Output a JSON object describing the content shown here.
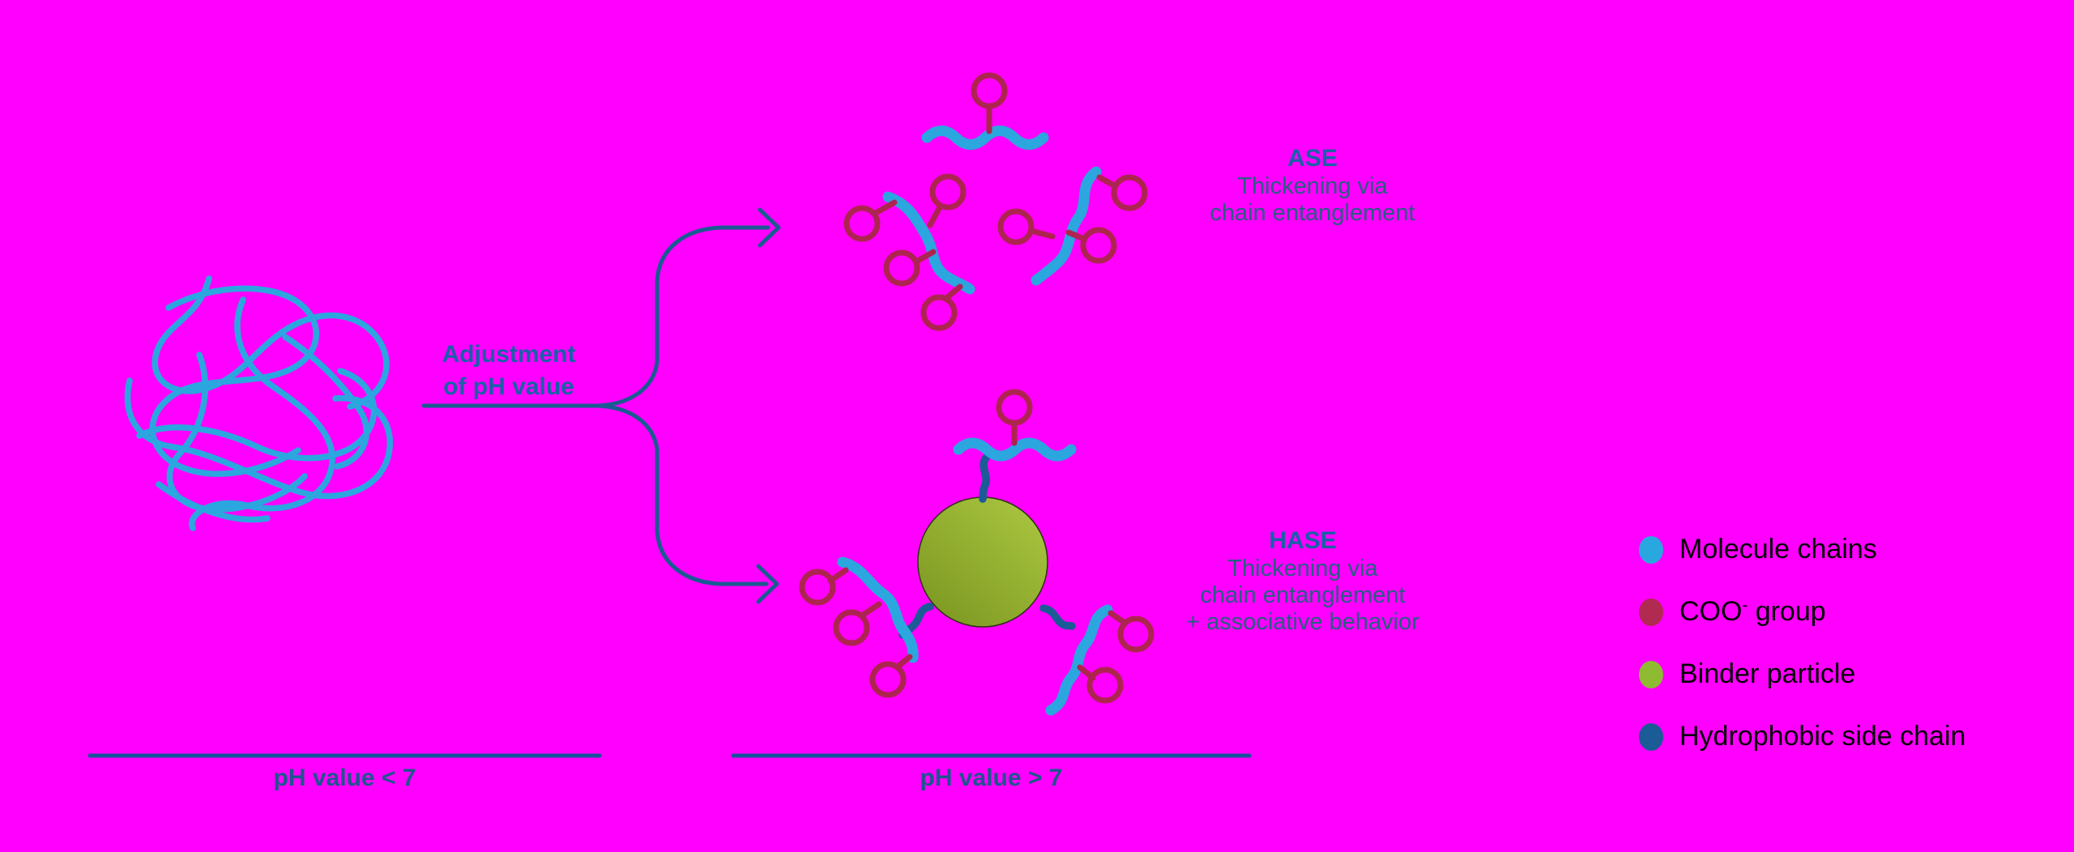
{
  "adjustment": {
    "line1": "Adjustment",
    "line2": "of pH value"
  },
  "ase": {
    "title": "ASE",
    "lines": [
      "Thickening via",
      "chain entanglement"
    ]
  },
  "hase": {
    "title": "HASE",
    "lines": [
      "Thickening via",
      "chain entanglement",
      "+ associative behavior"
    ]
  },
  "axis": {
    "left_label": "pH value < 7",
    "right_label": "pH value > 7"
  },
  "legend": {
    "items": [
      {
        "name": "molecule-chains",
        "pre": "Molecule chains",
        "sup": "",
        "post": "",
        "color": "#29A8E0"
      },
      {
        "name": "coo-group",
        "pre": "COO",
        "sup": "-",
        "post": " group",
        "color": "#B02A52"
      },
      {
        "name": "binder-particle",
        "pre": "Binder particle",
        "sup": "",
        "post": "",
        "color": "#8FBB33"
      },
      {
        "name": "hydrophobic-side-chain",
        "pre": "Hydrophobic side chain",
        "sup": "",
        "post": "",
        "color": "#1B5B96"
      }
    ]
  },
  "colors": {
    "background": "#FF00FF",
    "molecule_chain": "#2BA6DE",
    "coo_group": "#AE2450",
    "binder_particle_light": "#A9C53F",
    "binder_particle_dark": "#79941F",
    "hydrophobic_side_chain": "#1B5B96",
    "arrow_line": "#1A5B92",
    "rule_line": "#17549B",
    "title_text": "#1861A8",
    "body_text": "#265E83",
    "ph_label_text": "#1D568E",
    "legend_text": "#000000"
  }
}
